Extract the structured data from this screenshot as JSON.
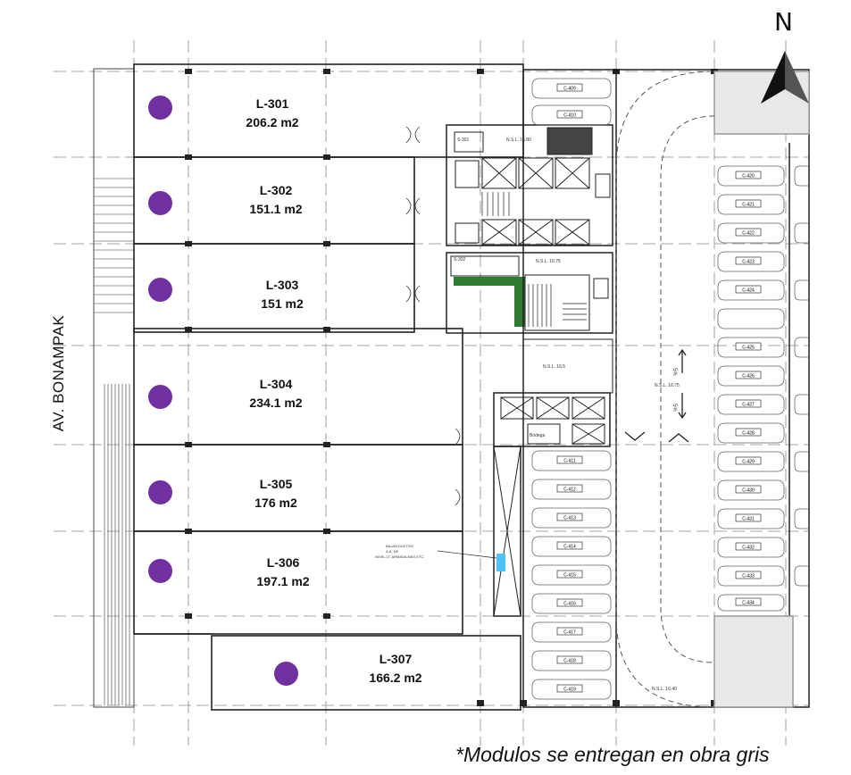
{
  "street_name": "AV. BONAMPAK",
  "north_label": "N",
  "footnote": "*Modulos se entregan en obra gris",
  "marker_color": "#7030a0",
  "units": [
    {
      "id": "L-301",
      "area": "206.2 m2"
    },
    {
      "id": "L-302",
      "area": "151.1 m2"
    },
    {
      "id": "L-303",
      "area": "151 m2"
    },
    {
      "id": "L-304",
      "area": "234.1 m2"
    },
    {
      "id": "L-305",
      "area": "176 m2"
    },
    {
      "id": "L-306",
      "area": "197.1 m2"
    },
    {
      "id": "L-307",
      "area": "166.2 m2"
    }
  ],
  "parking_left": [
    "C-409",
    "C-410",
    "C-411",
    "C-412",
    "C-413",
    "C-414",
    "C-415",
    "C-416",
    "C-417",
    "C-418",
    "C-419"
  ],
  "parking_right": [
    "C-420",
    "C-421",
    "C-422",
    "C-423",
    "C-424",
    "C-425",
    "C-426",
    "C-427",
    "C-428",
    "C-429",
    "C-430",
    "C-431",
    "C-432",
    "C-433",
    "C-434"
  ],
  "level_tags": [
    "N.S.L. 16.80",
    "N.S.L. 16.75",
    "N.S.L. 16.5",
    "N.S.L. 16.75",
    "N.S.L. 16.40"
  ],
  "room_labels": {
    "bodega": "Bodega",
    "s_301": "S-301",
    "s_302": "S-302"
  },
  "ramp_slope": "5%",
  "shaft_note": [
    "BAJAN DUCTOS",
    "A.A. DE",
    "NIVEL LT. ARMADA MAS ETC."
  ]
}
